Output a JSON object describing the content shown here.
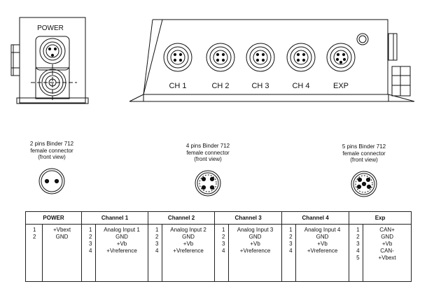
{
  "device_labels": {
    "power": "POWER",
    "ch1": "CH 1",
    "ch2": "CH 2",
    "ch3": "CH 3",
    "ch4": "CH 4",
    "exp": "EXP"
  },
  "connectors": [
    {
      "line1": "2 pins Binder 712",
      "line2": "female connector",
      "line3": "(front view)"
    },
    {
      "line1": "4 pins Binder 712",
      "line2": "female connector",
      "line3": "(front view)"
    },
    {
      "line1": "5 pins Binder 712",
      "line2": "female connector",
      "line3": "(front view)"
    }
  ],
  "table": {
    "headers": [
      "POWER",
      "Channel 1",
      "Channel 2",
      "Channel 3",
      "Channel 4",
      "Exp"
    ],
    "power": {
      "pins": [
        "1",
        "2"
      ],
      "signals": [
        "+Vbext",
        "GND"
      ]
    },
    "ch1": {
      "pins": [
        "1",
        "2",
        "3",
        "4"
      ],
      "signals": [
        "Analog Input 1",
        "GND",
        "+Vb",
        "+Vreference"
      ]
    },
    "ch2": {
      "pins": [
        "1",
        "2",
        "3",
        "4"
      ],
      "signals": [
        "Analog Input 2",
        "GND",
        "+Vb",
        "+Vreference"
      ]
    },
    "ch3": {
      "pins": [
        "1",
        "2",
        "3",
        "4"
      ],
      "signals": [
        "Analog Input 3",
        "GND",
        "+Vb",
        "+Vreference"
      ]
    },
    "ch4": {
      "pins": [
        "1",
        "2",
        "3",
        "4"
      ],
      "signals": [
        "Analog Input 4",
        "GND",
        "+Vb",
        "+Vreference"
      ]
    },
    "exp": {
      "pins": [
        "1",
        "2",
        "3",
        "4",
        "5"
      ],
      "signals": [
        "CAN+",
        "GND",
        "+Vb",
        "CAN-",
        "+Vbext"
      ]
    }
  }
}
